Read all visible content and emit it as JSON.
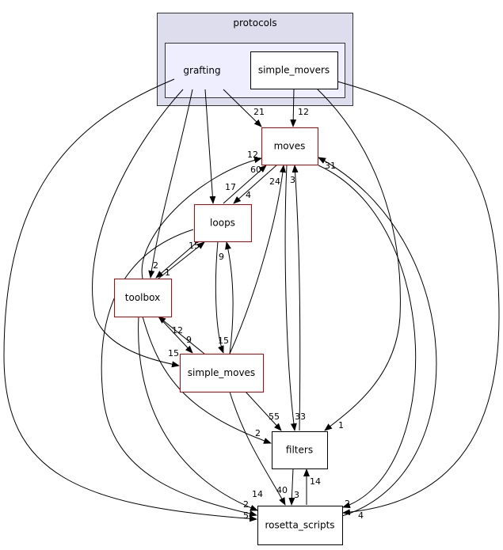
{
  "clusters": {
    "outer": {
      "label": "protocols",
      "fill": "#dddded"
    },
    "inner": {
      "label": "grafting",
      "fill": "#eeeeff"
    }
  },
  "nodes": {
    "simple_movers": {
      "label": "simple_movers",
      "border": "#000000"
    },
    "moves": {
      "label": "moves",
      "border": "#cc0000"
    },
    "loops": {
      "label": "loops",
      "border": "#cc0000"
    },
    "toolbox": {
      "label": "toolbox",
      "border": "#cc0000"
    },
    "simple_moves": {
      "label": "simple_moves",
      "border": "#cc0000"
    },
    "filters": {
      "label": "filters",
      "border": "#000000"
    },
    "rosetta_scripts": {
      "label": "rosetta_scripts",
      "border": "#000000"
    }
  },
  "edges": [
    {
      "from": "grafting",
      "to": "moves",
      "label": "21"
    },
    {
      "from": "simple_movers",
      "to": "moves",
      "label": "12"
    },
    {
      "from": "grafting",
      "to": "loops",
      "label": "17"
    },
    {
      "from": "grafting",
      "to": "toolbox",
      "label": "2"
    },
    {
      "from": "grafting",
      "to": "simple_moves",
      "label": "15"
    },
    {
      "from": "grafting",
      "to": "rosetta_scripts",
      "label": "5"
    },
    {
      "from": "simple_movers",
      "to": "filters",
      "label": "1"
    },
    {
      "from": "simple_movers",
      "to": "rosetta_scripts",
      "label": "4"
    },
    {
      "from": "moves",
      "to": "loops",
      "label": "4"
    },
    {
      "from": "loops",
      "to": "moves",
      "label": "60"
    },
    {
      "from": "toolbox",
      "to": "moves",
      "label": "12"
    },
    {
      "from": "simple_moves",
      "to": "moves",
      "label": "24"
    },
    {
      "from": "filters",
      "to": "moves",
      "label": "3"
    },
    {
      "from": "moves",
      "to": "filters",
      "label": "33"
    },
    {
      "from": "rosetta_scripts",
      "to": "moves",
      "label": "31"
    },
    {
      "from": "moves",
      "to": "rosetta_scripts",
      "label": "2"
    },
    {
      "from": "loops",
      "to": "toolbox",
      "label": "1"
    },
    {
      "from": "toolbox",
      "to": "loops",
      "label": "15"
    },
    {
      "from": "loops",
      "to": "simple_moves",
      "label": "15"
    },
    {
      "from": "simple_moves",
      "to": "loops",
      "label": "9"
    },
    {
      "from": "toolbox",
      "to": "simple_moves",
      "label": "9"
    },
    {
      "from": "simple_moves",
      "to": "toolbox",
      "label": "12"
    },
    {
      "from": "simple_moves",
      "to": "filters",
      "label": "55"
    },
    {
      "from": "toolbox",
      "to": "filters",
      "label": "2"
    },
    {
      "from": "toolbox",
      "to": "rosetta_scripts",
      "label": "14"
    },
    {
      "from": "simple_moves",
      "to": "rosetta_scripts",
      "label": "40"
    },
    {
      "from": "filters",
      "to": "rosetta_scripts",
      "label": "3"
    },
    {
      "from": "rosetta_scripts",
      "to": "filters",
      "label": "14"
    },
    {
      "from": "loops",
      "to": "rosetta_scripts",
      "label": "2"
    }
  ]
}
